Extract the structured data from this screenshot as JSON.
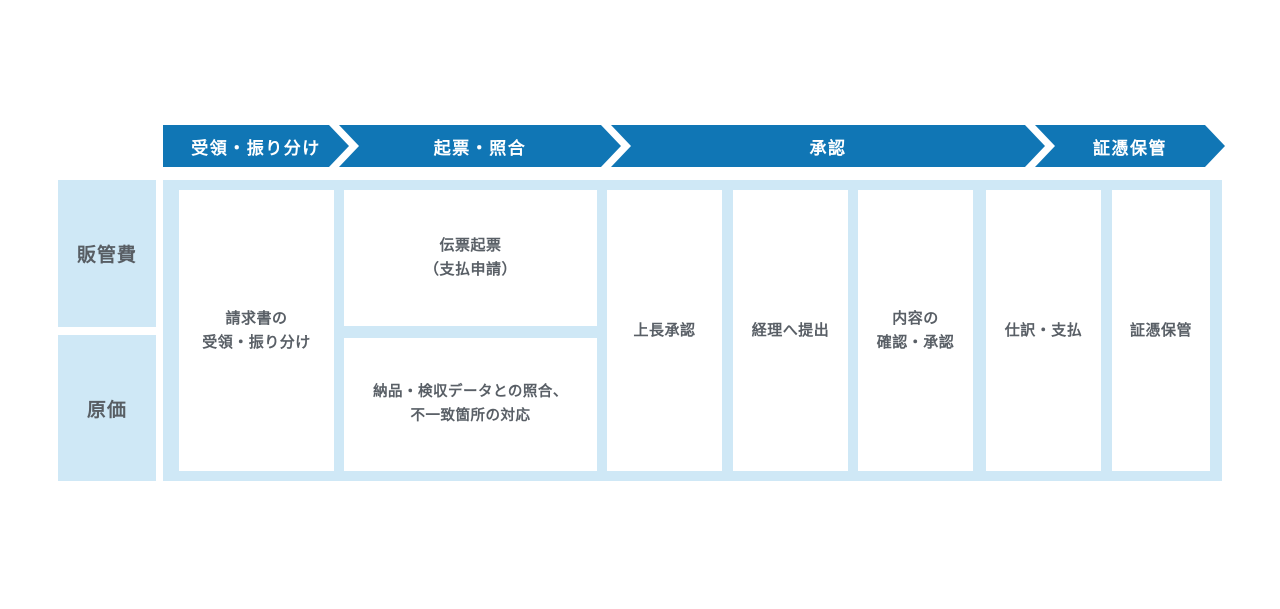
{
  "diagram": {
    "steps": [
      {
        "label": "受領・振り分け"
      },
      {
        "label": "起票・照合"
      },
      {
        "label": "承認"
      },
      {
        "label": "証憑保管"
      }
    ],
    "rows": [
      {
        "label": "販管費"
      },
      {
        "label": "原価"
      }
    ],
    "boxes": {
      "invoice_receipt": "請求書の\n受領・振り分け",
      "voucher_entry": "伝票起票\n（支払申請）",
      "data_matching": "納品・検収データとの照合、\n不一致箇所の対応",
      "manager_approval": "上長承認",
      "submit_to_accounting": "経理へ提出",
      "content_check_approval": "内容の\n確認・承認",
      "journal_payment": "仕訳・支払",
      "evidence_storage": "証憑保管"
    },
    "colors": {
      "primary_blue": "#1076b5",
      "light_blue": "#cfe8f6",
      "text_gray": "#595f66",
      "box_white": "#ffffff"
    }
  }
}
